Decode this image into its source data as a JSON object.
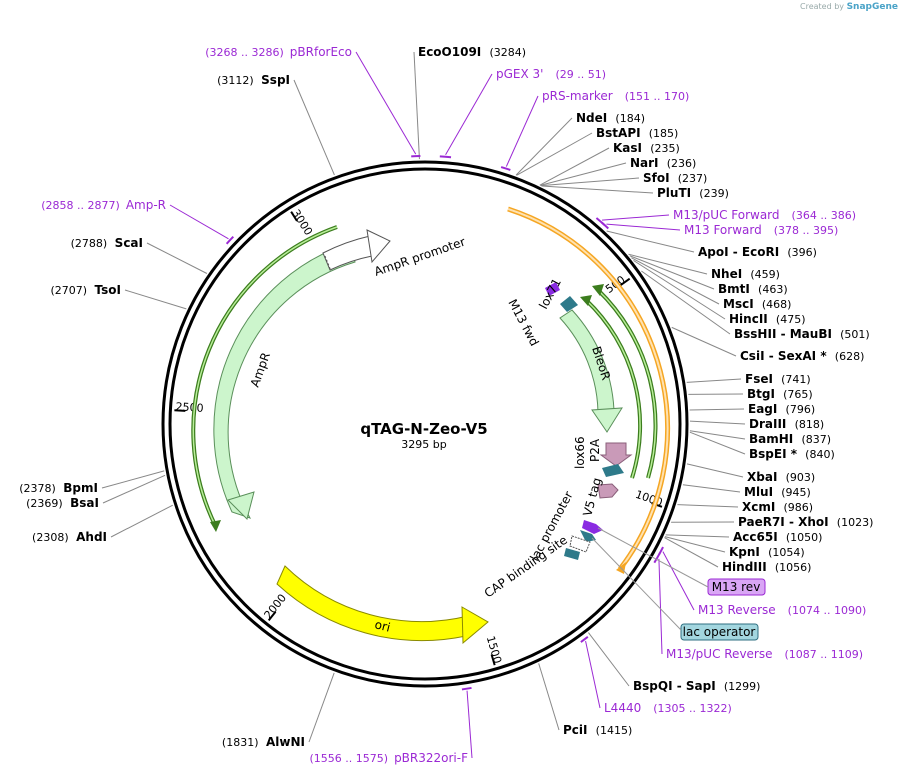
{
  "watermark": {
    "prefix": "Created by",
    "brand": "SnapGene"
  },
  "plasmid": {
    "name": "qTAG-N-Zeo-V5",
    "length_label": "3295 bp",
    "length": 3295
  },
  "ticks": [
    {
      "pos": 500,
      "label": "500"
    },
    {
      "pos": 1000,
      "label": "1000"
    },
    {
      "pos": 1500,
      "label": "1500"
    },
    {
      "pos": 2000,
      "label": "2000"
    },
    {
      "pos": 2500,
      "label": "2500"
    },
    {
      "pos": 3000,
      "label": "3000"
    }
  ],
  "sites": [
    {
      "name": "EcoO109I",
      "pos_label": "(3284)",
      "pos": 3284,
      "side": "R"
    },
    {
      "name": "NdeI",
      "pos_label": "(184)",
      "pos": 184,
      "side": "R"
    },
    {
      "name": "BstAPI",
      "pos_label": "(185)",
      "pos": 185,
      "side": "R"
    },
    {
      "name": "KasI",
      "pos_label": "(235)",
      "pos": 235,
      "side": "R"
    },
    {
      "name": "NarI",
      "pos_label": "(236)",
      "pos": 236,
      "side": "R"
    },
    {
      "name": "SfoI",
      "pos_label": "(237)",
      "pos": 237,
      "side": "R"
    },
    {
      "name": "PluTI",
      "pos_label": "(239)",
      "pos": 239,
      "side": "R"
    },
    {
      "name": "ApoI - EcoRI",
      "pos_label": "(396)",
      "pos": 396,
      "side": "R"
    },
    {
      "name": "NheI",
      "pos_label": "(459)",
      "pos": 459,
      "side": "R"
    },
    {
      "name": "BmtI",
      "pos_label": "(463)",
      "pos": 463,
      "side": "R"
    },
    {
      "name": "MscI",
      "pos_label": "(468)",
      "pos": 468,
      "side": "R"
    },
    {
      "name": "HincII",
      "pos_label": "(475)",
      "pos": 475,
      "side": "R"
    },
    {
      "name": "BssHII - MauBI",
      "pos_label": "(501)",
      "pos": 501,
      "side": "R"
    },
    {
      "name": "CsiI - SexAI *",
      "pos_label": "(628)",
      "pos": 628,
      "side": "R"
    },
    {
      "name": "FseI",
      "pos_label": "(741)",
      "pos": 741,
      "side": "R"
    },
    {
      "name": "BtgI",
      "pos_label": "(765)",
      "pos": 765,
      "side": "R"
    },
    {
      "name": "EagI",
      "pos_label": "(796)",
      "pos": 796,
      "side": "R"
    },
    {
      "name": "DraIII",
      "pos_label": "(818)",
      "pos": 818,
      "side": "R"
    },
    {
      "name": "BamHI",
      "pos_label": "(837)",
      "pos": 837,
      "side": "R"
    },
    {
      "name": "BspEI *",
      "pos_label": "(840)",
      "pos": 840,
      "side": "R"
    },
    {
      "name": "XbaI",
      "pos_label": "(903)",
      "pos": 903,
      "side": "R"
    },
    {
      "name": "MluI",
      "pos_label": "(945)",
      "pos": 945,
      "side": "R"
    },
    {
      "name": "XcmI",
      "pos_label": "(986)",
      "pos": 986,
      "side": "R"
    },
    {
      "name": "PaeR7I - XhoI",
      "pos_label": "(1023)",
      "pos": 1023,
      "side": "R"
    },
    {
      "name": "Acc65I",
      "pos_label": "(1050)",
      "pos": 1050,
      "side": "R"
    },
    {
      "name": "KpnI",
      "pos_label": "(1054)",
      "pos": 1054,
      "side": "R"
    },
    {
      "name": "HindIII",
      "pos_label": "(1056)",
      "pos": 1056,
      "side": "R"
    },
    {
      "name": "BspQI - SapI",
      "pos_label": "(1299)",
      "pos": 1299,
      "side": "R"
    },
    {
      "name": "PciI",
      "pos_label": "(1415)",
      "pos": 1415,
      "side": "R"
    },
    {
      "name": "AlwNI",
      "pos_label": "(1831)",
      "pos": 1831,
      "side": "L"
    },
    {
      "name": "AhdI",
      "pos_label": "(2308)",
      "pos": 2308,
      "side": "L"
    },
    {
      "name": "BsaI",
      "pos_label": "(2369)",
      "pos": 2369,
      "side": "L"
    },
    {
      "name": "BpmI",
      "pos_label": "(2378)",
      "pos": 2378,
      "side": "L"
    },
    {
      "name": "TsoI",
      "pos_label": "(2707)",
      "pos": 2707,
      "side": "L"
    },
    {
      "name": "ScaI",
      "pos_label": "(2788)",
      "pos": 2788,
      "side": "L"
    },
    {
      "name": "SspI",
      "pos_label": "(3112)",
      "pos": 3112,
      "side": "L"
    }
  ],
  "primers": [
    {
      "name": "pBRforEco",
      "range": "(3268 .. 3286)",
      "start": 3268,
      "end": 3286,
      "side": "L"
    },
    {
      "name": "pGEX 3'",
      "range": "(29 .. 51)",
      "start": 29,
      "end": 51,
      "side": "R"
    },
    {
      "name": "pRS-marker",
      "range": "(151 .. 170)",
      "start": 151,
      "end": 170,
      "side": "R"
    },
    {
      "name": "M13/pUC Forward",
      "range": "(364 .. 386)",
      "start": 364,
      "end": 386,
      "side": "R"
    },
    {
      "name": "M13 Forward",
      "range": "(378 .. 395)",
      "start": 378,
      "end": 395,
      "side": "R"
    },
    {
      "name": "M13 Reverse",
      "range": "(1074 .. 1090)",
      "start": 1074,
      "end": 1090,
      "side": "R"
    },
    {
      "name": "M13/pUC Reverse",
      "range": "(1087 .. 1109)",
      "start": 1087,
      "end": 1109,
      "side": "R"
    },
    {
      "name": "L4440",
      "range": "(1305 .. 1322)",
      "start": 1305,
      "end": 1322,
      "side": "R"
    },
    {
      "name": "pBR322ori-F",
      "range": "(1556 .. 1575)",
      "start": 1556,
      "end": 1575,
      "side": "L"
    },
    {
      "name": "Amp-R",
      "range": "(2858 .. 2877)",
      "start": 2858,
      "end": 2877,
      "side": "L"
    }
  ],
  "boxed_features": [
    {
      "name": "M13 rev",
      "fill": "#D9A6F5",
      "stroke": "#9B29D4"
    },
    {
      "name": "lac operator",
      "fill": "#A3D6DF",
      "stroke": "#2F6F80"
    }
  ],
  "features": [
    {
      "name": "AmpR promoter"
    },
    {
      "name": "AmpR"
    },
    {
      "name": "ori"
    },
    {
      "name": "BleoR"
    },
    {
      "name": "lox71"
    },
    {
      "name": "M13 fwd"
    },
    {
      "name": "lox66"
    },
    {
      "name": "P2A"
    },
    {
      "name": "V5 tag"
    },
    {
      "name": "lac promoter"
    },
    {
      "name": "CAP binding site"
    }
  ],
  "colors": {
    "primer": "#9B29D4",
    "ampr_fill": "#CCF5CC",
    "ori_fill": "#FFFF00",
    "orange_arc": "#F5A623",
    "green_arc": "#3C7D1E",
    "teal": "#2E7A8A",
    "mauve": "#C99AB8",
    "backbone": "#000000"
  }
}
